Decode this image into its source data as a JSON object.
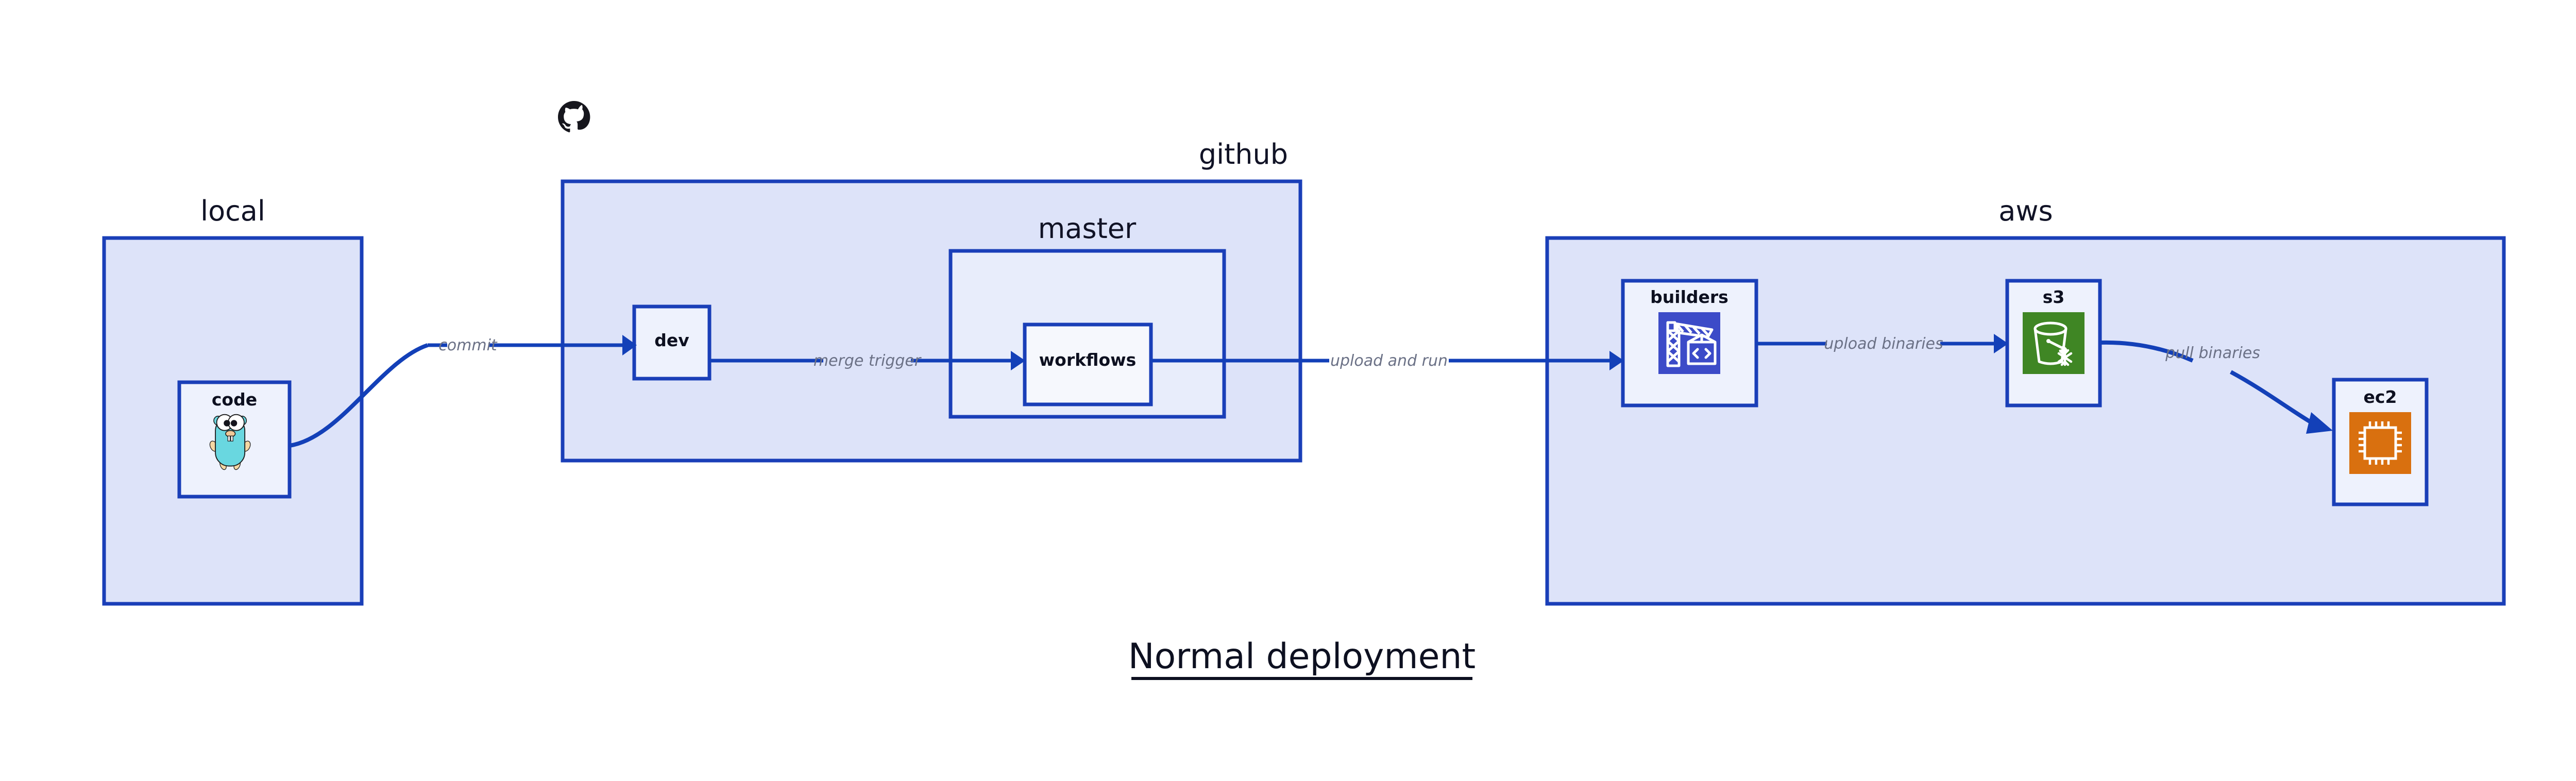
{
  "title": "Normal deployment",
  "containers": [
    {
      "id": "local",
      "label": "local"
    },
    {
      "id": "github",
      "label": "github"
    },
    {
      "id": "master",
      "label": "master"
    },
    {
      "id": "aws",
      "label": "aws"
    }
  ],
  "nodes": [
    {
      "id": "code",
      "label": "code",
      "icon": "go-gopher-icon"
    },
    {
      "id": "dev",
      "label": "dev",
      "icon": "none"
    },
    {
      "id": "workflows",
      "label": "workflows",
      "icon": "none"
    },
    {
      "id": "builders",
      "label": "builders",
      "icon": "aws-codebuild-crane-icon"
    },
    {
      "id": "s3",
      "label": "s3",
      "icon": "aws-s3-bucket-icon"
    },
    {
      "id": "ec2",
      "label": "ec2",
      "icon": "aws-ec2-chip-icon"
    }
  ],
  "edges": [
    {
      "id": "commit",
      "label": "commit",
      "from": "code",
      "to": "dev"
    },
    {
      "id": "merge-trigger",
      "label": "merge trigger",
      "from": "dev",
      "to": "workflows"
    },
    {
      "id": "upload-and-run",
      "label": "upload and run",
      "from": "workflows",
      "to": "builders"
    },
    {
      "id": "upload-binaries",
      "label": "upload binaries",
      "from": "builders",
      "to": "s3"
    },
    {
      "id": "pull-binaries",
      "label": "pull binaries",
      "from": "s3",
      "to": "ec2"
    }
  ],
  "logos": [
    {
      "id": "github-octocat",
      "name": "github-octocat-logo"
    }
  ],
  "colors": {
    "edge_blue": "#1340b8",
    "container_border": "#1a3fb8",
    "container_fill": "#dde3f9",
    "group_fill": "#e8edfb",
    "node_fill": "#eef2fd",
    "node_fill_light": "#f6f8fd",
    "label_gray": "#6b7186",
    "text_dark": "#0d1020",
    "aws_codebuild_blue": "#3c4bc8",
    "aws_s3_green": "#3f8624",
    "aws_ec2_orange": "#d9700f",
    "go_gopher_cyan": "#69d7e0",
    "github_black": "#16161d",
    "page_background": "#ffffff"
  }
}
